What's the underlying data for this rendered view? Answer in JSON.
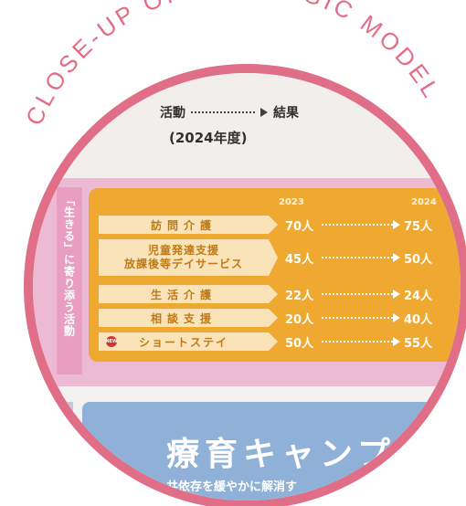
{
  "banner": {
    "title": "CLOSE-UP OF THE LOGIC MODEL"
  },
  "header": {
    "activity_label": "活動",
    "result_label": "結果",
    "fiscal_year": "(2024年度)"
  },
  "section": {
    "side_label": "「生きる」に寄り添う活動",
    "year_from": "2023",
    "year_to": "2024",
    "rows": [
      {
        "name": "訪問介護",
        "line2": "",
        "v2023": "70人",
        "v2024": "75人",
        "is_new": false
      },
      {
        "name": "児童発達支援",
        "line2": "放課後等デイサービス",
        "v2023": "45人",
        "v2024": "50人",
        "is_new": false
      },
      {
        "name": "生活介護",
        "line2": "",
        "v2023": "22人",
        "v2024": "24人",
        "is_new": false
      },
      {
        "name": "相談支援",
        "line2": "",
        "v2023": "20人",
        "v2024": "40人",
        "is_new": false
      },
      {
        "name": "ショートステイ",
        "line2": "",
        "v2023": "50人",
        "v2024": "55人",
        "is_new": true,
        "badge": "NEW"
      }
    ]
  },
  "camp": {
    "title": "療育キャンプ",
    "subtitle": "共依存を緩やかに解消す"
  },
  "colors": {
    "ring": "#e46d86",
    "orange": "#f2a92a",
    "pink_band": "#eebad4",
    "blue": "#8fb1d9"
  }
}
